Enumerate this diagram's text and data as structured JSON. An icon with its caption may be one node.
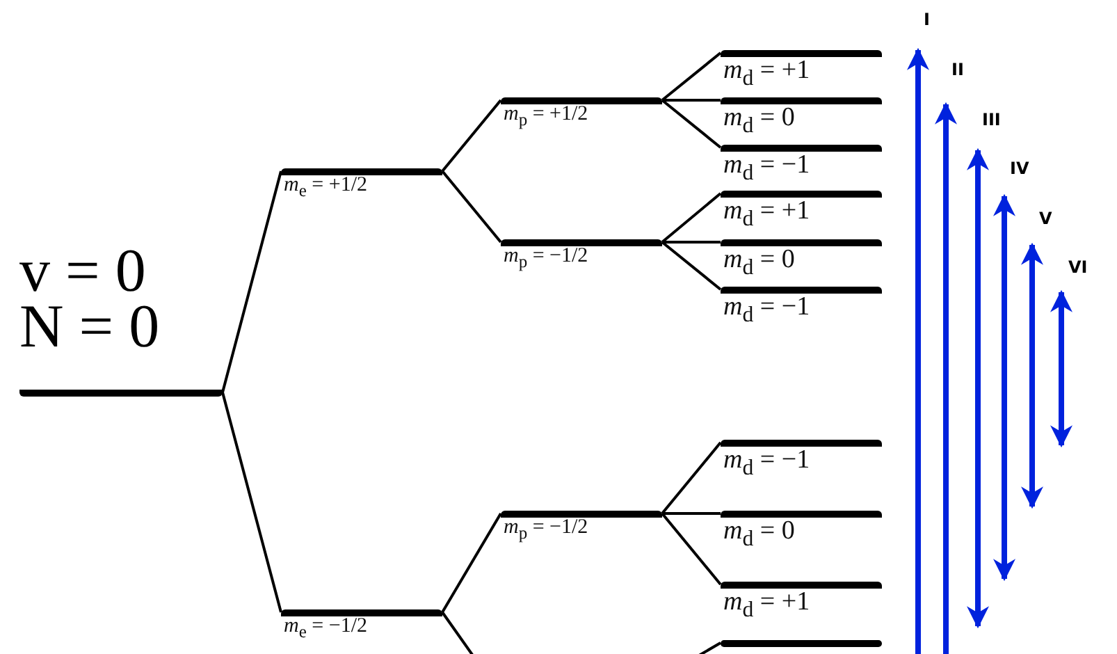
{
  "diagram": {
    "nodes": [
      {
        "text": [
          "v = 0 N = 0"
        ]
      },
      {
        "text": [
          "*m*$_{e}$ = +1/2"
        ]
      },
      {
        "text": [
          "*m*$_{e}$ = −1/2"
        ]
      },
      {
        "text": [
          "*m*$_{p}$ = +1/2"
        ]
      },
      {
        "text": [
          "*m*$_{p}$ = −1/2"
        ]
      },
      {
        "text": [
          "*m*$_{p}$ = −1/2"
        ]
      },
      {
        "text": [
          "*m*$_{d}$ = +1"
        ]
      },
      {
        "text": [
          "*m*$_{d}$ = 0"
        ]
      },
      {
        "text": [
          "*m*$_{d}$ = −1"
        ]
      },
      {
        "text": [
          "*m*$_{d}$ = +1"
        ]
      },
      {
        "text": [
          "*m*$_{d}$ = 0"
        ]
      },
      {
        "text": [
          "*m*$_{d}$ = −1"
        ]
      },
      {
        "text": [
          "*m*$_{d}$ = −1"
        ]
      },
      {
        "text": [
          "*m*$_{d}$ = 0"
        ]
      },
      {
        "text": [
          "*m*$_{d}$ = +1"
        ]
      },
      {
        "text": [],
        "shape": "bar"
      }
    ],
    "edges": [
      {
        "from": 0,
        "to": 1,
        "arrow": "none"
      },
      {
        "from": 0,
        "to": 2,
        "arrow": "none"
      },
      {
        "from": 1,
        "to": 3,
        "arrow": "none"
      },
      {
        "from": 1,
        "to": 4,
        "arrow": "none"
      },
      {
        "from": 3,
        "to": 6,
        "arrow": "none"
      },
      {
        "from": 3,
        "to": 7,
        "arrow": "none"
      },
      {
        "from": 3,
        "to": 8,
        "arrow": "none"
      },
      {
        "from": 4,
        "to": 9,
        "arrow": "none"
      },
      {
        "from": 4,
        "to": 10,
        "arrow": "none"
      },
      {
        "from": 4,
        "to": 11,
        "arrow": "none"
      },
      {
        "from": 2,
        "to": 5,
        "arrow": "none"
      },
      {
        "from": 2,
        "to": null,
        "arrow": "none"
      },
      {
        "from": 5,
        "to": 12,
        "arrow": "none"
      },
      {
        "from": 5,
        "to": 13,
        "arrow": "none"
      },
      {
        "from": 5,
        "to": 14,
        "arrow": "none"
      },
      {
        "from": null,
        "to": 15,
        "arrow": "none"
      }
    ],
    "labels": [
      "I",
      "II",
      "III",
      "IV",
      "V",
      "VI"
    ]
  }
}
